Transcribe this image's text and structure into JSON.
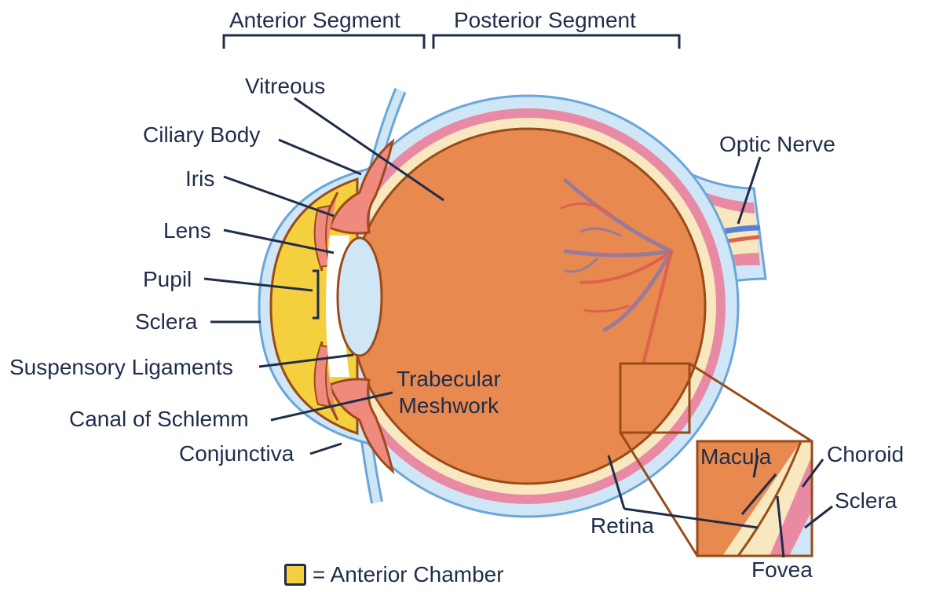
{
  "segments": {
    "anterior": "Anterior Segment",
    "posterior": "Posterior Segment"
  },
  "labels": {
    "vitreous": "Vitreous",
    "ciliary_body": "Ciliary Body",
    "iris": "Iris",
    "lens": "Lens",
    "pupil": "Pupil",
    "sclera_left": "Sclera",
    "suspensory_ligaments": "Suspensory Ligaments",
    "canal_of_schlemm": "Canal of Schlemm",
    "conjunctiva": "Conjunctiva",
    "trabecular_meshwork": "Trabecular\nMeshwork",
    "optic_nerve": "Optic Nerve",
    "macula": "Macula",
    "choroid": "Choroid",
    "sclera_right": "Sclera",
    "retina": "Retina",
    "fovea": "Fovea"
  },
  "legend": {
    "text": "= Anterior Chamber"
  },
  "colors": {
    "outline": "#1f2d4a",
    "sclera": "#cfe6f7",
    "sclera_edge": "#6aa6d8",
    "choroid": "#e98aa5",
    "retina_layer": "#f8e8c0",
    "vitreous": "#e8894f",
    "vitreous_edge": "#9b4a18",
    "anterior_chamber": "#f4d03f",
    "lens": "#cfe6f7",
    "iris": "#f08a7e",
    "vessel_blue": "#5b7fd4",
    "vessel_red": "#e0604f"
  }
}
